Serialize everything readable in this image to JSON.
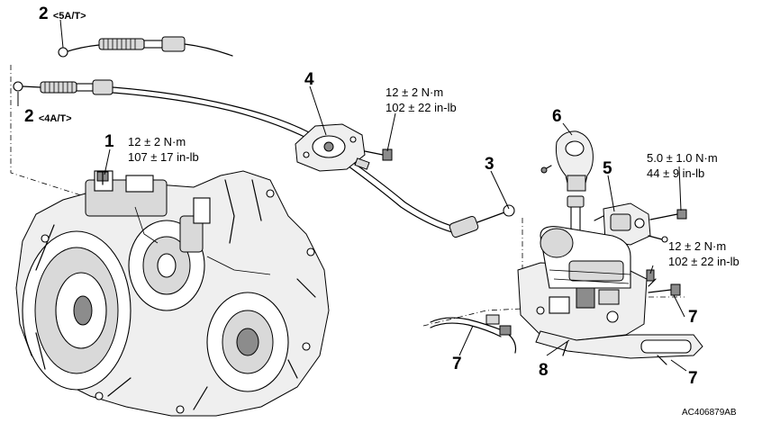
{
  "diagram": {
    "callouts": [
      {
        "id": "1",
        "number": "1"
      },
      {
        "id": "2a",
        "number": "2",
        "variant": "<5A/T>"
      },
      {
        "id": "2b",
        "number": "2",
        "variant": "<4A/T>"
      },
      {
        "id": "3",
        "number": "3"
      },
      {
        "id": "4",
        "number": "4"
      },
      {
        "id": "5",
        "number": "5"
      },
      {
        "id": "6",
        "number": "6"
      },
      {
        "id": "7a",
        "number": "7"
      },
      {
        "id": "7b",
        "number": "7"
      },
      {
        "id": "7c",
        "number": "7"
      },
      {
        "id": "8",
        "number": "8"
      }
    ],
    "torque_specs": [
      {
        "id": "t1",
        "metric": "12 ± 2 N·m",
        "imperial": "107 ± 17 in-lb"
      },
      {
        "id": "t2",
        "metric": "12 ± 2 N·m",
        "imperial": "102 ± 22 in-lb"
      },
      {
        "id": "t3",
        "metric": "5.0 ± 1.0 N·m",
        "imperial": "44 ± 9 in-lb"
      },
      {
        "id": "t4",
        "metric": "12 ± 2 N·m",
        "imperial": "102 ± 22 in-lb"
      }
    ],
    "figure_code": "AC406879AB",
    "components": [
      "transaxle",
      "shift-cable",
      "cable-bracket",
      "selector-lever-assembly",
      "shift-knob",
      "key-interlock-solenoid",
      "bracket"
    ]
  }
}
